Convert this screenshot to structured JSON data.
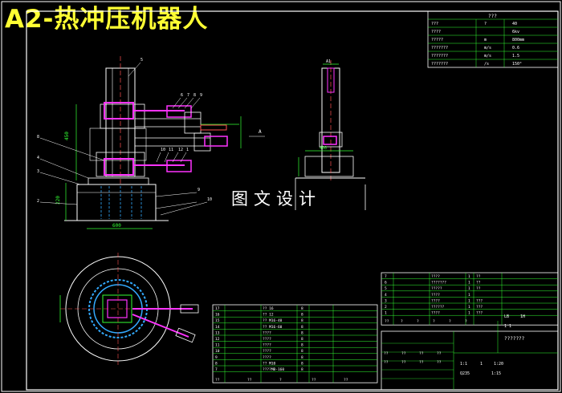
{
  "title": "A2-热冲压机器人",
  "stamp": "图文设计",
  "params": {
    "header": "???",
    "rows": [
      {
        "name": "???",
        "unit": "?",
        "value": "40"
      },
      {
        "name": "????",
        "unit": "",
        "value": "6kv"
      },
      {
        "name": "?????",
        "unit": "m",
        "value": "800mm"
      },
      {
        "name": "???????",
        "unit": "m/s",
        "value": "0.6"
      },
      {
        "name": "???????",
        "unit": "m/s",
        "value": "1.5"
      },
      {
        "name": "???????",
        "unit": "/s",
        "value": "150°"
      }
    ]
  },
  "callouts": {
    "front": [
      "5",
      "6",
      "7",
      "8",
      "9",
      "10",
      "11",
      "12",
      "1",
      "2",
      "3",
      "4",
      "8",
      "9",
      "10"
    ],
    "section": "A",
    "side_top": "A1"
  },
  "dim_labels": {
    "dim1": "600",
    "dim2": "450",
    "dim3": "220",
    "dim4": "400"
  },
  "parts_list": {
    "rows": [
      {
        "no": "17",
        "name": "?? 16",
        "qty": "8"
      },
      {
        "no": "16",
        "name": "?? 12",
        "qty": "8"
      },
      {
        "no": "15",
        "name": "?? M16-40",
        "qty": "8"
      },
      {
        "no": "14",
        "name": "?? M16-60",
        "qty": "8"
      },
      {
        "no": "13",
        "name": "????",
        "qty": "8"
      },
      {
        "no": "12",
        "name": "????",
        "qty": "8"
      },
      {
        "no": "11",
        "name": "????",
        "qty": "8"
      },
      {
        "no": "10",
        "name": "????",
        "qty": "8"
      },
      {
        "no": "9",
        "name": "????",
        "qty": "8"
      },
      {
        "no": "8",
        "name": "?? M10",
        "qty": "8"
      },
      {
        "no": "7",
        "name": "????MB-160",
        "qty": "8"
      }
    ],
    "footer": [
      "??",
      "??",
      "?",
      "??",
      "??"
    ]
  },
  "upper_list": {
    "rows": [
      {
        "no": "7",
        "name": "????",
        "qty": "1",
        "note": "??"
      },
      {
        "no": "6",
        "name": "???????",
        "qty": "1",
        "note": "??"
      },
      {
        "no": "5",
        "name": "?????",
        "qty": "1",
        "note": "??"
      },
      {
        "no": "4",
        "name": "????",
        "qty": "1",
        "note": ""
      },
      {
        "no": "3",
        "name": "????",
        "qty": "1",
        "note": "???"
      },
      {
        "no": "2",
        "name": "??????",
        "qty": "1",
        "note": "???"
      },
      {
        "no": "1",
        "name": "????",
        "qty": "1",
        "note": "???"
      }
    ],
    "footer": [
      "??",
      "?",
      "?",
      "?",
      "?",
      "?"
    ]
  },
  "title_block": {
    "drawing_name": "???????",
    "scale_a": "1:1",
    "scale_b": "1:20",
    "mass": "Q235",
    "qty": "1",
    "sheet": "1:15",
    "code_a": "LB",
    "code_b": "1H",
    "sheet_count": "1  1",
    "row_labels": [
      "??",
      "??",
      "??",
      "??",
      "??",
      "??",
      "??",
      "??"
    ]
  }
}
